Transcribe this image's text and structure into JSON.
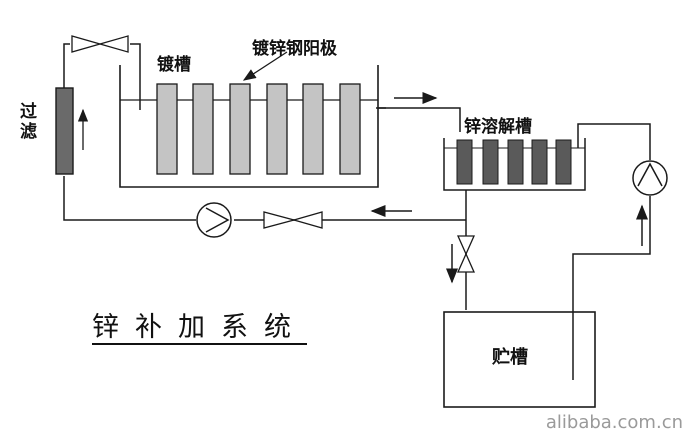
{
  "diagram": {
    "title": "锌补加系统",
    "labels": {
      "plating_tank": "镀槽",
      "anode": "镀锌钢阳极",
      "dissolving_tank": "锌溶解槽",
      "storage_tank": "贮槽",
      "filter": "过滤"
    },
    "watermark": "alibaba.com.cn",
    "colors": {
      "line": "#1a1a1a",
      "anode_fill": "#c4c4c4",
      "dissolve_rod_fill": "#5a5a5a",
      "filter_fill": "#6a6a6a",
      "background": "#ffffff"
    },
    "icons": [
      "pump-icon",
      "valve-icon",
      "flow-arrow-icon"
    ]
  }
}
